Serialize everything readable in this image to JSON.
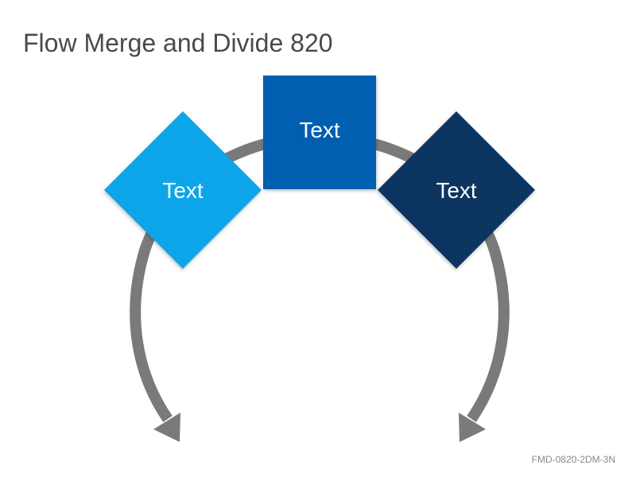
{
  "title": "Flow Merge and Divide 820",
  "boxes": [
    {
      "id": "left",
      "label": "Text",
      "color": "#0ea5ea"
    },
    {
      "id": "center",
      "label": "Text",
      "color": "#055fb0"
    },
    {
      "id": "right",
      "label": "Text",
      "color": "#0b3462"
    }
  ],
  "arrow_color": "#7a7a7a",
  "footer_code": "FMD-0820-2DM-3N"
}
